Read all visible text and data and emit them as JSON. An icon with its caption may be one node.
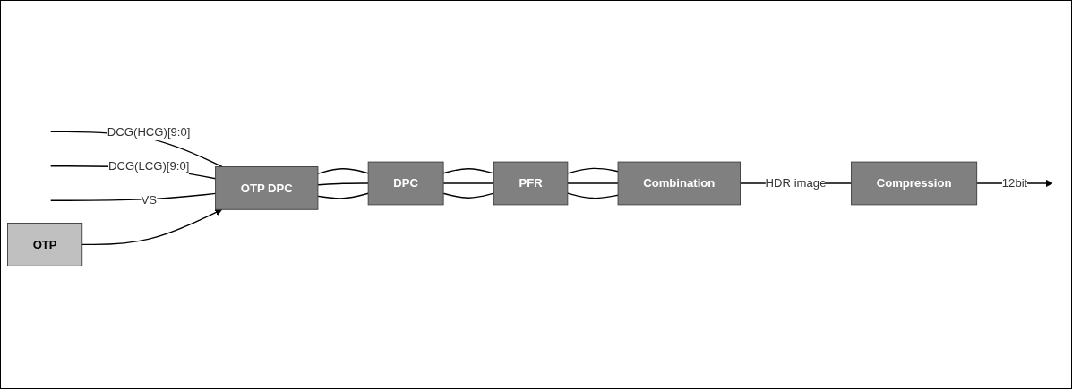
{
  "diagram": {
    "nodes": [
      {
        "text": [
          "OTP DPC"
        ]
      },
      {
        "text": [
          "DPC"
        ]
      },
      {
        "text": [
          "PFR"
        ]
      },
      {
        "text": [
          "Combination"
        ]
      },
      {
        "text": [
          "Compression"
        ]
      },
      {
        "text": [
          "OTP"
        ]
      }
    ],
    "edges": [
      {
        "from": null,
        "to": 0,
        "arrow": "none",
        "label": "DCG(HCG)[9:0]"
      },
      {
        "from": null,
        "to": 0,
        "arrow": "none",
        "label": "DCG(LCG)[9:0]"
      },
      {
        "from": null,
        "to": 0,
        "arrow": "none",
        "label": "VS"
      },
      {
        "from": 0,
        "to": 1,
        "arrow": "none"
      },
      {
        "from": 0,
        "to": 1,
        "arrow": "none"
      },
      {
        "from": 0,
        "to": 1,
        "arrow": "none"
      },
      {
        "from": 1,
        "to": 2,
        "arrow": "none"
      },
      {
        "from": 1,
        "to": 2,
        "arrow": "none"
      },
      {
        "from": 1,
        "to": 2,
        "arrow": "none"
      },
      {
        "from": 2,
        "to": 3,
        "arrow": "none"
      },
      {
        "from": 2,
        "to": 3,
        "arrow": "none"
      },
      {
        "from": 2,
        "to": 3,
        "arrow": "none"
      },
      {
        "from": 3,
        "to": 4,
        "arrow": "none",
        "label": "HDR image"
      },
      {
        "from": 4,
        "to": null,
        "arrow": "to",
        "label": "12bit"
      },
      {
        "from": 5,
        "to": 0,
        "arrow": "to"
      }
    ]
  }
}
